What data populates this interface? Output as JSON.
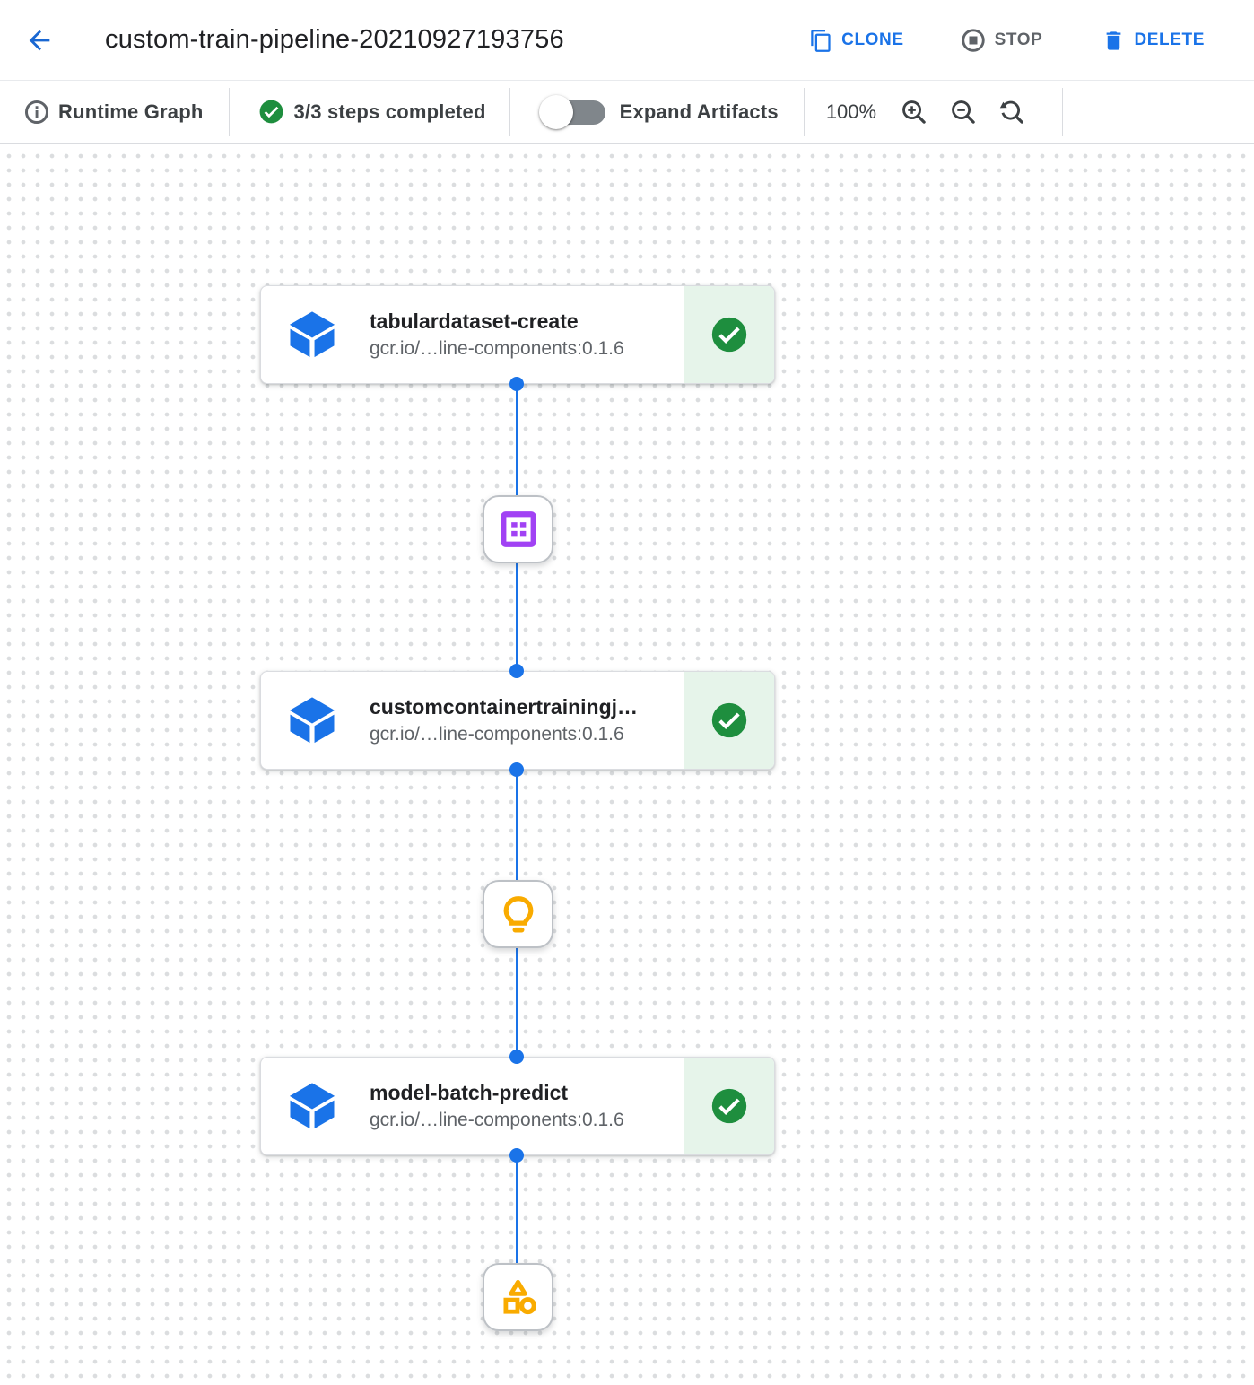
{
  "header": {
    "title": "custom-train-pipeline-20210927193756",
    "clone_label": "CLONE",
    "stop_label": "STOP",
    "delete_label": "DELETE"
  },
  "toolbar": {
    "runtime_graph_label": "Runtime Graph",
    "steps_completed": "3/3 steps completed",
    "expand_artifacts_label": "Expand Artifacts",
    "expand_artifacts_on": false,
    "zoom_level": "100%"
  },
  "graph": {
    "nodes": [
      {
        "title": "tabulardataset-create",
        "subtitle": "gcr.io/…line-components:0.1.6",
        "status": "completed"
      },
      {
        "title": "customcontainertrainingj…",
        "subtitle": "gcr.io/…line-components:0.1.6",
        "status": "completed"
      },
      {
        "title": "model-batch-predict",
        "subtitle": "gcr.io/…line-components:0.1.6",
        "status": "completed"
      }
    ],
    "artifacts": [
      {
        "type": "dataset-icon",
        "color": "#A142F4"
      },
      {
        "type": "model-icon",
        "color": "#F9AB00"
      },
      {
        "type": "artifact-types-icon",
        "color": "#F9AB00"
      }
    ]
  },
  "colors": {
    "accent_blue": "#1A73E8",
    "back_arrow_blue": "#1967D2",
    "success_green": "#1E8E3E",
    "success_bg": "#E6F4EA",
    "gray_text": "#5F6368",
    "dark_text": "#202124",
    "purple": "#A142F4",
    "amber": "#F9AB00"
  }
}
